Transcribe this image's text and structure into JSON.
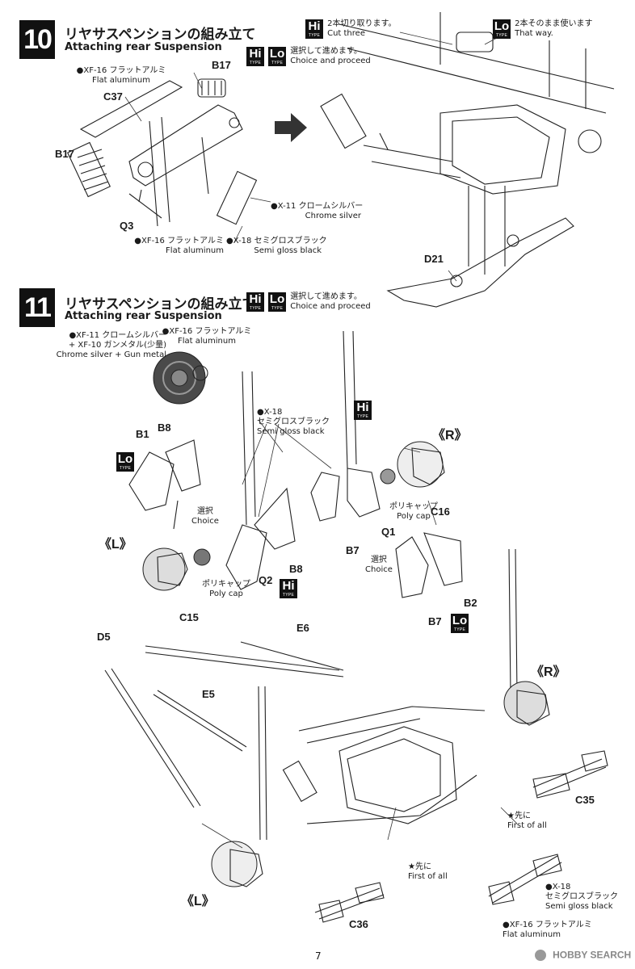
{
  "step10": {
    "number": "10",
    "title_jp": "リヤサスペンションの組み立て",
    "title_en": "Attaching rear Suspension",
    "hi_cut_jp": "2本切り取ります。",
    "hi_cut_en": "Cut three",
    "lo_way_jp": "2本そのまま使います",
    "lo_way_en": "That way.",
    "choice_jp": "選択して進めます。",
    "choice_en": "Choice and proceed",
    "paint1_jp": "●XF-16 フラットアルミ",
    "paint1_en": "Flat aluminum",
    "paint2_jp": "●XF-16 フラットアルミ",
    "paint2_en": "Flat aluminum",
    "paint3_jp": "●X-11 クロームシルバー",
    "paint3_en": "Chrome silver",
    "paint4_jp": "●X-18 セミグロスブラック",
    "paint4_en": "Semi gloss black",
    "parts": {
      "c37": "C37",
      "b17a": "B17",
      "b17b": "B17",
      "q3": "Q3",
      "d21": "D21"
    }
  },
  "step11": {
    "number": "11",
    "title_jp": "リヤサスペンションの組み立て",
    "title_en": "Attaching rear Suspension",
    "choice_jp": "選択して進めます。",
    "choice_en": "Choice and proceed",
    "paint_a1": "●XF-11 クロームシルバー",
    "paint_a2": "+ XF-10 ガンメタル(少量)",
    "paint_a3": "Chrome silver + Gun metal",
    "paint_b1": "●XF-16 フラットアルミ",
    "paint_b2": "Flat aluminum",
    "paint_c1": "●X-18",
    "paint_c2": "セミグロスブラック",
    "paint_c3": "Semi gloss black",
    "polycap_r_jp": "ポリキャップ",
    "polycap_r_en": "Poly cap",
    "polycap_l_jp": "ポリキャップ",
    "polycap_l_en": "Poly cap",
    "choice_a_jp": "選択",
    "choice_a_en": "Choice",
    "choice_b_jp": "選択",
    "choice_b_en": "Choice",
    "first_a_jp": "★先に",
    "first_a_en": "First of all",
    "first_b_jp": "★先に",
    "first_b_en": "First of all",
    "paint_d1": "●X-18",
    "paint_d2": "セミグロスブラック",
    "paint_d3": "Semi gloss black",
    "paint_e1": "●XF-16 フラットアルミ",
    "paint_e2": "Flat aluminum",
    "side_r1": "《R》",
    "side_l1": "《L》",
    "side_r2": "《R》",
    "side_l2": "《L》",
    "parts": {
      "b1": "B1",
      "b8a": "B8",
      "b8b": "B8",
      "c16": "C16",
      "q1": "Q1",
      "b7a": "B7",
      "q2": "Q2",
      "c15": "C15",
      "b2": "B2",
      "b7b": "B7",
      "d5": "D5",
      "e6": "E6",
      "e5": "E5",
      "c35": "C35",
      "c36": "C36"
    }
  },
  "badges": {
    "hi": "Hi",
    "lo": "Lo",
    "type": "TYPE"
  },
  "footer": {
    "page": "7",
    "watermark": "HOBBY SEARCH"
  }
}
